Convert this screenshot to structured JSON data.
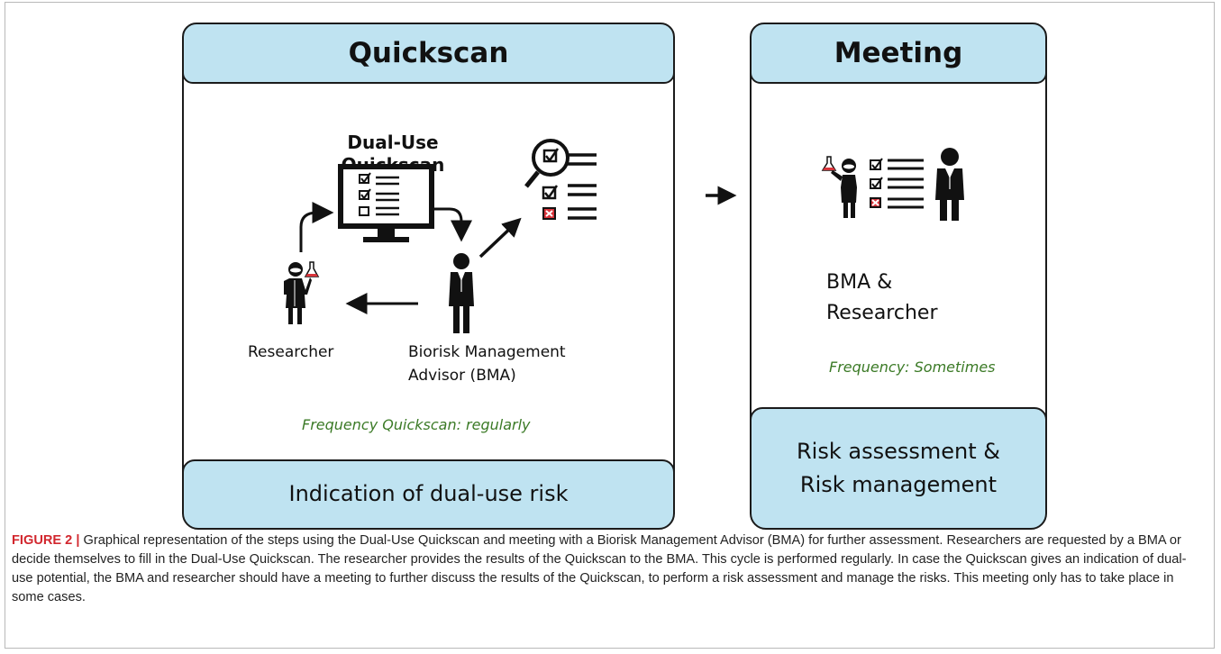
{
  "quickscan_panel": {
    "title": "Quickscan",
    "subtitle_line1": "Dual-Use",
    "subtitle_line2": "Quickscan",
    "researcher_label": "Researcher",
    "bma_label_line1": "Biorisk Management",
    "bma_label_line2": "Advisor (BMA)",
    "frequency": "Frequency Quickscan: regularly",
    "footer": "Indication of dual-use risk"
  },
  "meeting_panel": {
    "title": "Meeting",
    "participants_line1": "BMA &",
    "participants_line2": "Researcher",
    "frequency": "Frequency: Sometimes",
    "footer_line1": "Risk assessment &",
    "footer_line2": "Risk management"
  },
  "caption": {
    "label": "FIGURE 2 |",
    "text": " Graphical representation of the steps using the Dual-Use Quickscan and meeting with a Biorisk Management Advisor (BMA) for further assessment. Researchers are requested by a BMA or decide themselves to fill in the Dual-Use Quickscan. The researcher provides the results of the Quickscan to the BMA. This cycle is performed regularly. In case the Quickscan gives an indication of dual-use potential, the BMA and researcher should have a meeting to further discuss the results of the Quickscan, to perform a risk assessment and manage the risks. This meeting only has to take place in some cases."
  },
  "colors": {
    "cap_fill": "#bfe3f1",
    "frequency_text": "#3b7a26",
    "caption_label": "#d2272e",
    "cross_box": "#d9343b"
  },
  "icons": [
    "computer-checklist-icon",
    "researcher-icon",
    "bma-person-icon",
    "magnifier-checklist-icon",
    "flow-arrow-icon"
  ]
}
